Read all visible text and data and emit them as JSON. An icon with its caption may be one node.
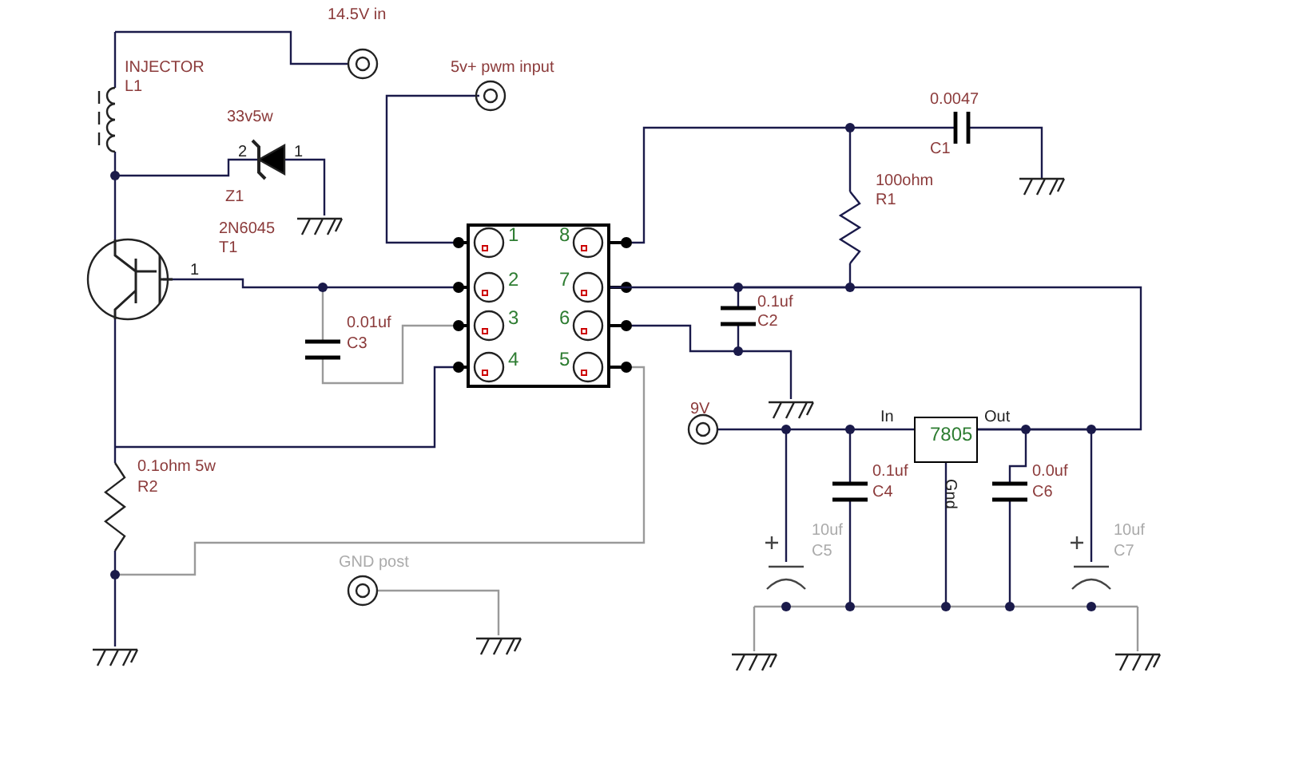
{
  "diagram": {
    "nodes": [
      {
        "text": [],
        "shape": "box"
      },
      {
        "text": [
          "7805"
        ]
      }
    ],
    "edges": [
      {
        "from": 1,
        "to": 0,
        "arrow": "none"
      }
    ],
    "labels": [
      "14.5V in",
      "INJECTOR",
      "L1",
      "5v+ pwm input",
      "33v5w",
      "2",
      "1",
      "0.0047",
      "C1",
      "Z1",
      "2N6045",
      "T1",
      "1",
      "100ohm",
      "R1",
      "1",
      "2",
      "3",
      "4",
      "8",
      "7",
      "6",
      "5",
      "0.01uf",
      "C3",
      "0.1uf",
      "C2",
      "9V",
      "In",
      "Out",
      "0.1uf",
      "C4",
      "Gnd",
      "0.0uf",
      "C6",
      "10uf",
      "C5",
      "10uf",
      "C7",
      "0.1ohm 5w",
      "R2",
      "GND post"
    ]
  }
}
